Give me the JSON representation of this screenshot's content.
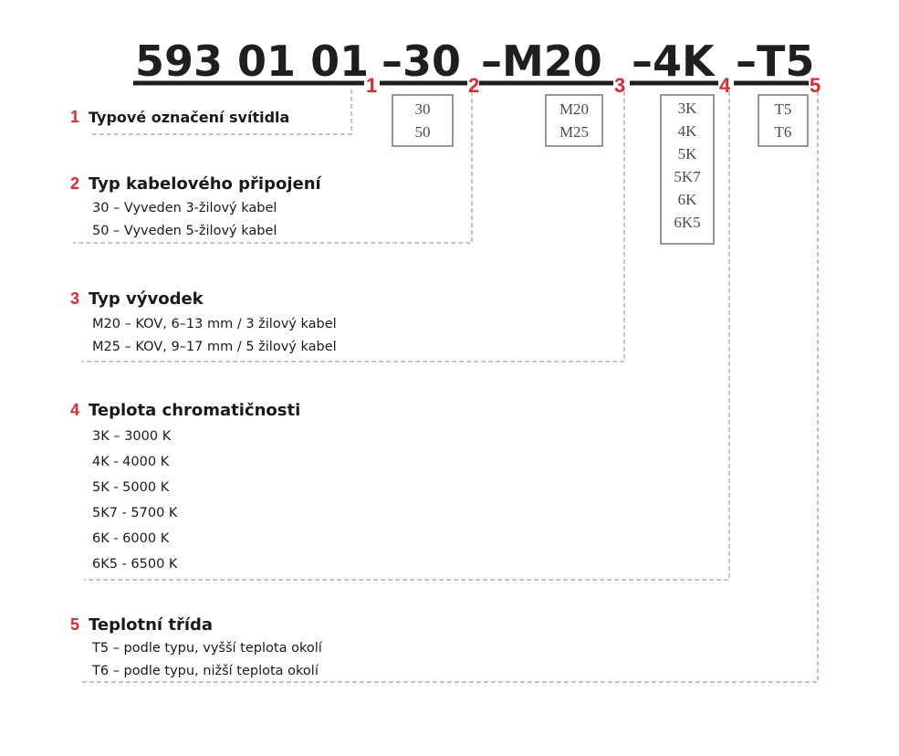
{
  "code": {
    "segments": [
      "593 01 01",
      "–30",
      "–M20",
      "–4K",
      "–T5"
    ],
    "numbers": [
      "1",
      "2",
      "3",
      "4",
      "5"
    ]
  },
  "option_boxes": [
    {
      "options": [
        "30",
        "50"
      ]
    },
    {
      "options": [
        "M20",
        "M25"
      ]
    },
    {
      "options": [
        "3K",
        "4K",
        "5K",
        "5K7",
        "6K",
        "6K5"
      ]
    },
    {
      "options": [
        "T5",
        "T6"
      ]
    }
  ],
  "sections": [
    {
      "number": "1",
      "title": "Typové označení svítidla",
      "items": []
    },
    {
      "number": "2",
      "title": "Typ kabelového připojení",
      "items": [
        "30 – Vyveden 3-žilový kabel",
        "50 – Vyveden 5-žilový kabel"
      ]
    },
    {
      "number": "3",
      "title": "Typ vývodek",
      "items": [
        "M20 – KOV, 6–13 mm / 3 žilový kabel",
        "M25 – KOV, 9–17 mm / 5 žilový kabel"
      ]
    },
    {
      "number": "4",
      "title": "Teplota chromatičnosti",
      "items": [
        "3K – 3000 K",
        "4K - 4000 K",
        "5K - 5000 K",
        "5K7 - 5700 K",
        "6K - 6000 K",
        "6K5 - 6500 K"
      ]
    },
    {
      "number": "5",
      "title": "Teplotní třída",
      "items": [
        "T5 – podle typu, vyšší teplota okolí",
        "T6 – podle typu, nižší teplota okolí"
      ]
    }
  ]
}
